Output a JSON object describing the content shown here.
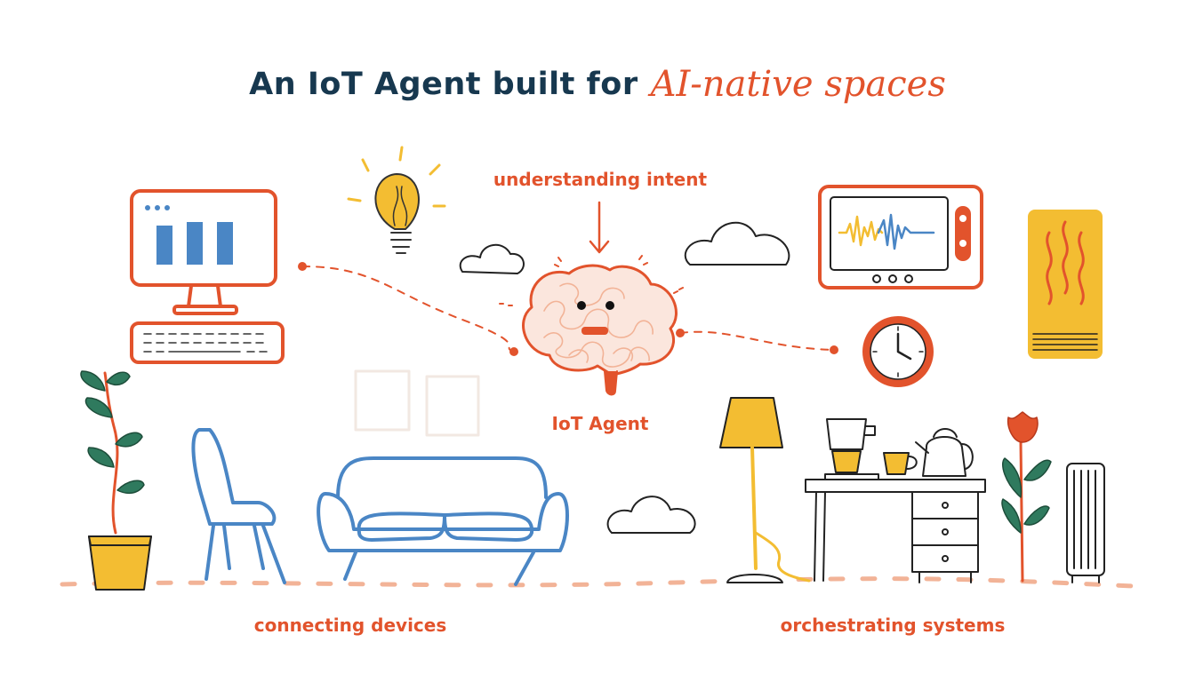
{
  "title": {
    "main": "An IoT Agent built for",
    "script": "AI-native spaces"
  },
  "labels": {
    "intent": "understanding intent",
    "agent": "IoT Agent",
    "connecting": "connecting devices",
    "orchestrating": "orchestrating systems"
  },
  "colors": {
    "navy": "#17384f",
    "orange": "#e2532c",
    "blue": "#4a86c5",
    "yellow": "#f3bd32",
    "green": "#2f7a5e",
    "peach": "#f2b397",
    "ink": "#222222"
  },
  "icons": [
    "desktop-computer-icon",
    "keyboard-icon",
    "light-bulb-icon",
    "brain-icon",
    "cloud-icon",
    "monitor-waveform-icon",
    "wall-clock-icon",
    "heater-panel-icon",
    "floor-lamp-icon",
    "coffee-maker-icon",
    "mug-icon",
    "kettle-icon",
    "desk-icon",
    "flower-icon",
    "radiator-icon",
    "potted-plant-icon",
    "chair-icon",
    "sofa-icon",
    "picture-frame-icon"
  ]
}
